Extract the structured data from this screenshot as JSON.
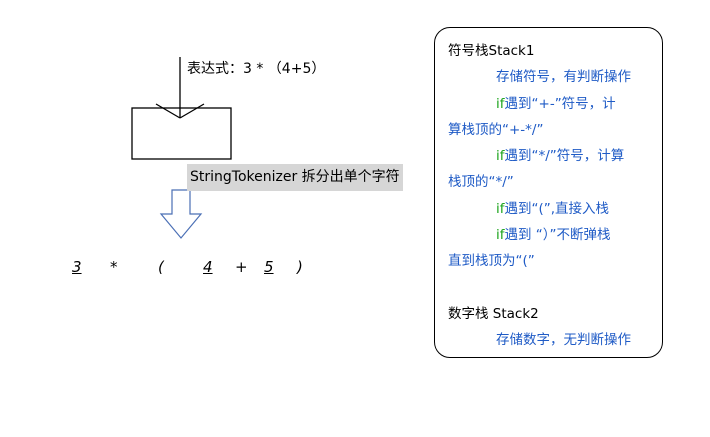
{
  "expression_label": "表达式：3 * （4+5）",
  "tokenizer_label": "StringTokenizer 拆分出单个字符",
  "tokens": [
    "3",
    "*",
    "(",
    "4",
    "+",
    "5",
    ")"
  ],
  "symbol_stack": {
    "title": "符号栈Stack1",
    "desc": "存储符号，有判断操作",
    "rule1_if": "if",
    "rule1_a": "遇到“+-”符号，计",
    "rule1_b": "算栈顶的“+-*/”",
    "rule2_if": "if",
    "rule2_a": "遇到“*/”符号，计算",
    "rule2_b": "栈顶的“*/”",
    "rule3_if": "if",
    "rule3": "遇到“(”,直接入栈",
    "rule4_if": "if",
    "rule4_a": "遇到 “）”不断弹栈",
    "rule4_b": "直到栈顶为“(”"
  },
  "number_stack": {
    "title": "数字栈 Stack2",
    "desc": "存储数字，无判断操作"
  }
}
